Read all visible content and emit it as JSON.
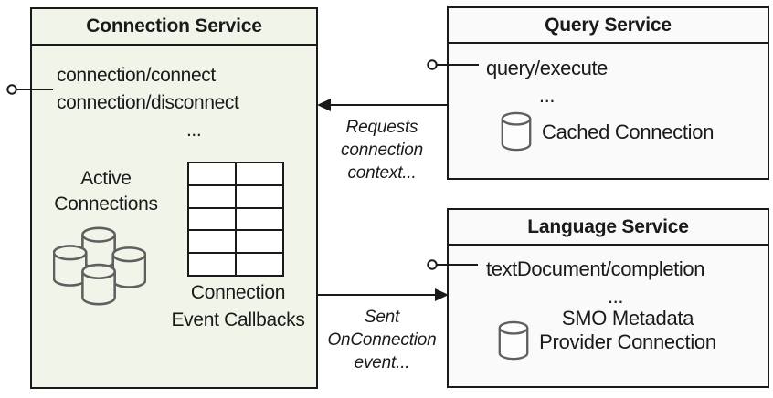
{
  "colors": {
    "connection_box_fill": "#f1f4e8",
    "service_box_fill": "#fafafa",
    "border": "#1a1a1a",
    "cylinder_stroke": "#5f5f5f",
    "text": "#1a1a1a"
  },
  "connection_service": {
    "title": "Connection Service",
    "methods": [
      "connection/connect",
      "connection/disconnect"
    ],
    "ellipsis": "...",
    "active_connections_label": "Active Connections",
    "callbacks_label": "Connection Event Callbacks"
  },
  "query_service": {
    "title": "Query Service",
    "methods": [
      "query/execute"
    ],
    "ellipsis": "...",
    "cached_connection_label": "Cached Connection"
  },
  "language_service": {
    "title": "Language Service",
    "methods": [
      "textDocument/completion"
    ],
    "ellipsis": "...",
    "smo_label": "SMO Metadata Provider Connection"
  },
  "arrows": [
    {
      "label": "Requests connection context...",
      "direction": "query-to-connection"
    },
    {
      "label": "Sent OnConnection event...",
      "direction": "connection-to-language"
    }
  ]
}
